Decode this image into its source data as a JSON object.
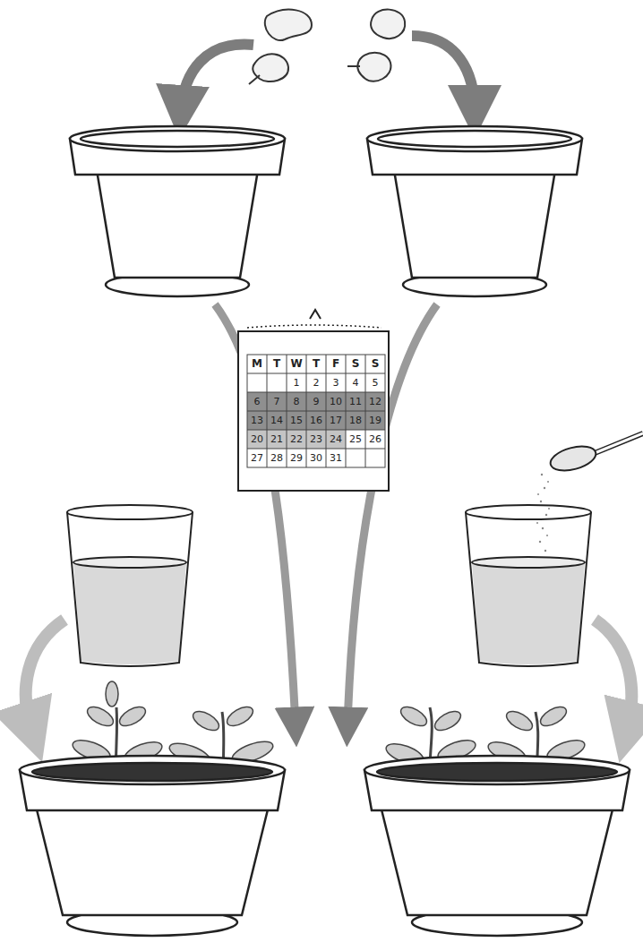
{
  "diagram": {
    "labels": [
      "M",
      "T",
      "W",
      "T",
      "F",
      "S",
      "S",
      "1",
      "2",
      "3",
      "4",
      "5",
      "6",
      "7",
      "8",
      "9",
      "10",
      "11",
      "12",
      "13",
      "14",
      "15",
      "16",
      "17",
      "18",
      "19",
      "20",
      "21",
      "22",
      "23",
      "24",
      "25",
      "26",
      "27",
      "28",
      "29",
      "30",
      "31"
    ]
  }
}
